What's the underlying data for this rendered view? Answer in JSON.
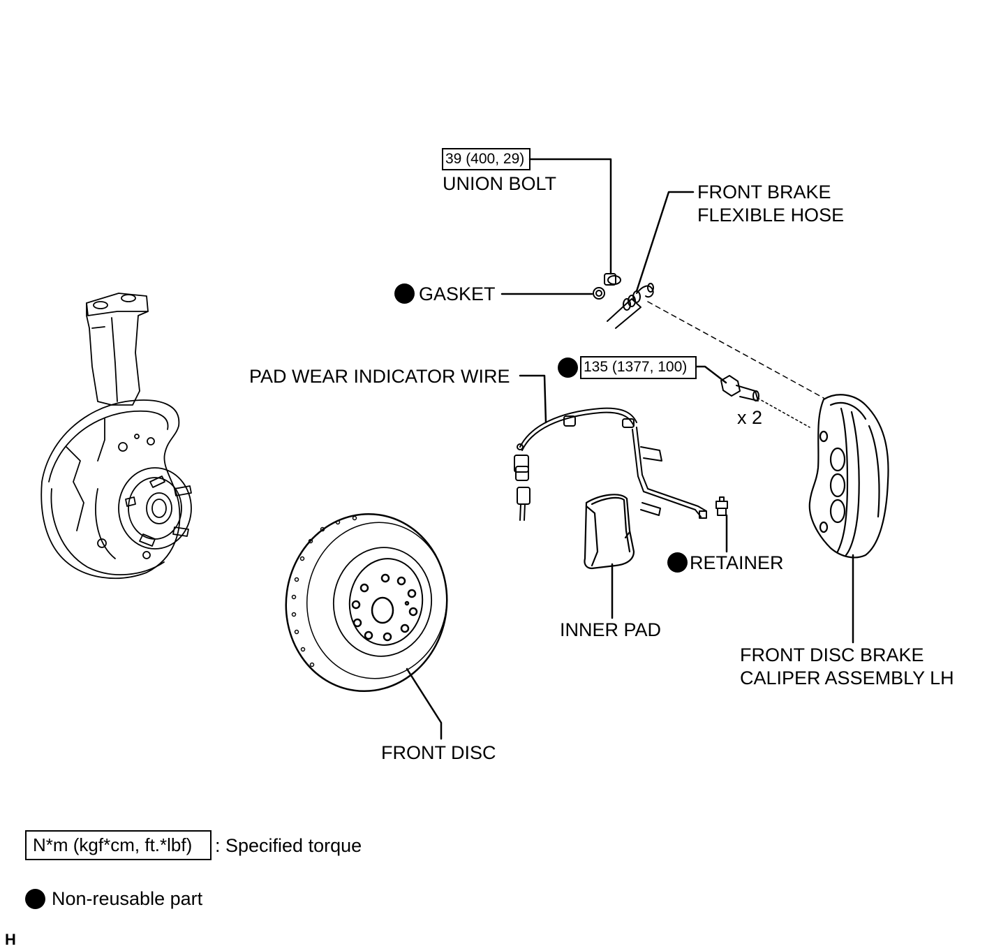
{
  "labels": {
    "union_bolt_torque": "39 (400, 29)",
    "union_bolt": "UNION BOLT",
    "front_brake_flexible_hose_line1": "FRONT BRAKE",
    "front_brake_flexible_hose_line2": "FLEXIBLE HOSE",
    "gasket": "GASKET",
    "pad_wear_indicator_wire": "PAD WEAR INDICATOR WIRE",
    "caliper_bolt_torque": "135 (1377, 100)",
    "caliper_bolt_qty": "x 2",
    "retainer": "RETAINER",
    "inner_pad": "INNER PAD",
    "caliper_line1": "FRONT DISC BRAKE",
    "caliper_line2": "CALIPER ASSEMBLY LH",
    "front_disc": "FRONT DISC"
  },
  "legend": {
    "torque_box": "N*m (kgf*cm, ft.*lbf)",
    "torque_desc": ": Specified torque",
    "nonreusable_desc": "Non-reusable part"
  },
  "corner_mark": "H"
}
